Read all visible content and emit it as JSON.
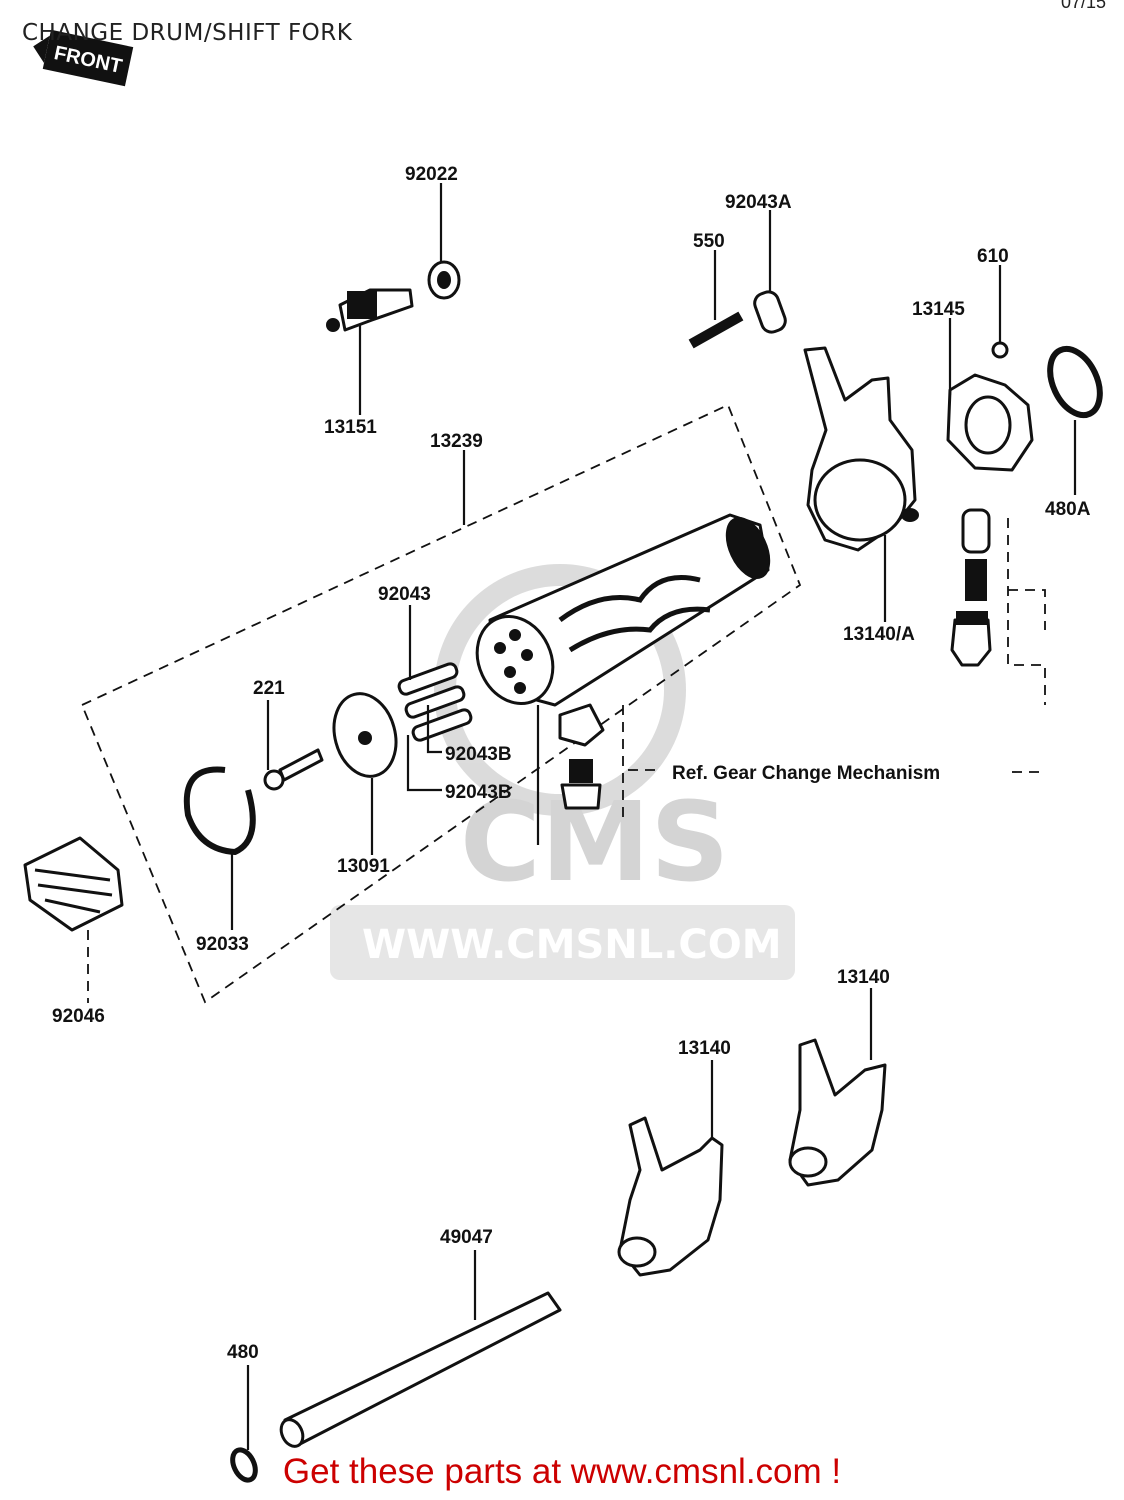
{
  "title": "CHANGE DRUM/SHIFT FORK",
  "corner_code": "07/15",
  "front_badge": "FRONT",
  "watermark": {
    "logo": "CMS",
    "url": "WWW.CMSNL.COM"
  },
  "footer": "Get these parts at www.cmsnl.com !",
  "reference_note": "Ref. Gear Change Mechanism",
  "labels": {
    "p92022": "92022",
    "p13151": "13151",
    "p13239": "13239",
    "p92043A": "92043A",
    "p550": "550",
    "p610": "610",
    "p13145": "13145",
    "p480A": "480A",
    "p13140A": "13140/A",
    "p92043": "92043",
    "p221": "221",
    "p92043B_1": "92043B",
    "p92043B_2": "92043B",
    "p13091": "13091",
    "p92033": "92033",
    "p92046": "92046",
    "p13140_right": "13140",
    "p13140_mid": "13140",
    "p49047": "49047",
    "p480": "480"
  }
}
